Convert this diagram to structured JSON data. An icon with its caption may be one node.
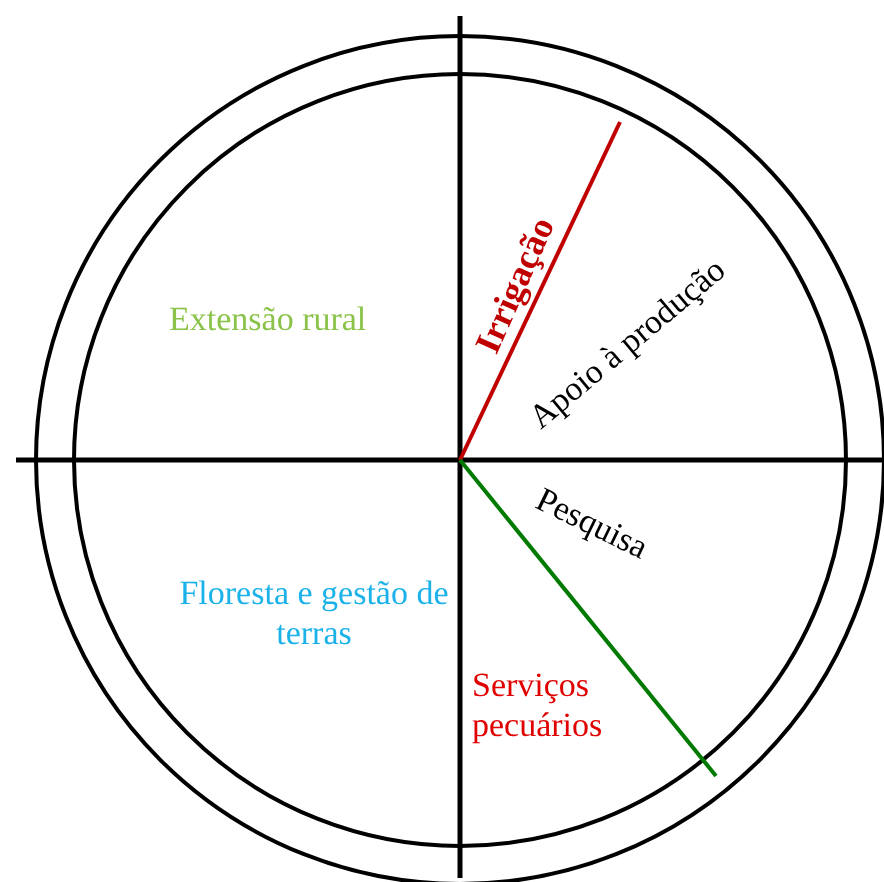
{
  "diagram": {
    "labels": [
      "Irrigação",
      "Apoio à produção",
      "Extensão rural",
      "Pesquisa",
      "Floresta e gestão de terras",
      "Serviços pecuários"
    ]
  }
}
